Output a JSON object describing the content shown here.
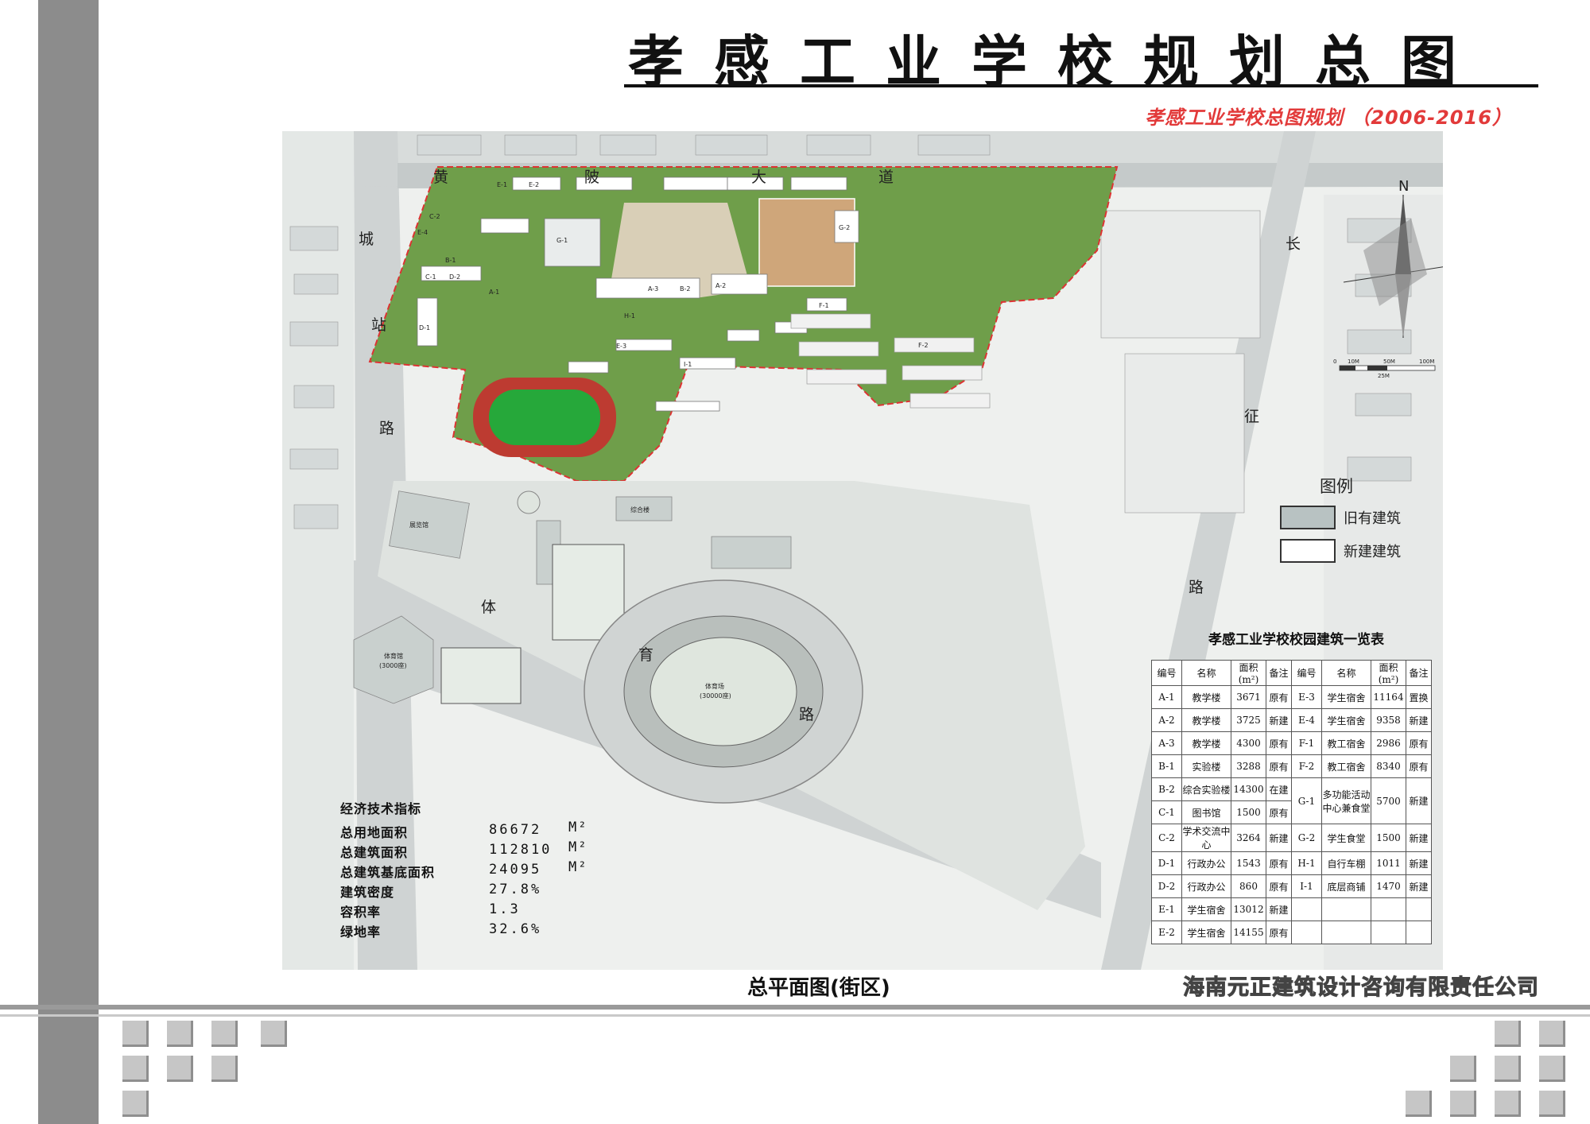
{
  "title": "孝感工业学校规划总图",
  "subtitle": "孝感工业学校总图规划 （2006-2016）",
  "roads": {
    "north": [
      "黄",
      "陂",
      "大",
      "道"
    ],
    "west": [
      "城",
      "站",
      "路"
    ],
    "east": [
      "长",
      "征",
      "路"
    ],
    "south": [
      "体",
      "育",
      "路"
    ]
  },
  "north_arrow": "N",
  "scale_bar": [
    "0",
    "10M",
    "25M",
    "50M",
    "100M"
  ],
  "map_labels": {
    "stadium": "体育场",
    "stadium_capacity": "(30000座)",
    "gym": "体育馆",
    "gym_capacity": "(3000座)",
    "exhibition": "展览馆",
    "complex": "综合楼"
  },
  "buildings": [
    "A-1",
    "A-2",
    "A-3",
    "B-1",
    "B-2",
    "C-1",
    "C-2",
    "D-1",
    "D-2",
    "E-1",
    "E-2",
    "E-3",
    "E-4",
    "F-1",
    "F-2",
    "G-1",
    "G-2",
    "H-1",
    "I-1"
  ],
  "legend": {
    "title": "图例",
    "items": [
      {
        "label": "旧有建筑",
        "color": "#b8c2c2"
      },
      {
        "label": "新建建筑",
        "color": "#ffffff"
      }
    ]
  },
  "building_table": {
    "title": "孝感工业学校校园建筑一览表",
    "headers": [
      "编号",
      "名称",
      "面积(m²)",
      "备注",
      "编号",
      "名称",
      "面积(m²)",
      "备注"
    ],
    "left_rows": [
      [
        "A-1",
        "教学楼",
        "3671",
        "原有"
      ],
      [
        "A-2",
        "教学楼",
        "3725",
        "新建"
      ],
      [
        "A-3",
        "教学楼",
        "4300",
        "原有"
      ],
      [
        "B-1",
        "实验楼",
        "3288",
        "原有"
      ],
      [
        "B-2",
        "综合实验楼",
        "14300",
        "在建"
      ],
      [
        "C-1",
        "图书馆",
        "1500",
        "原有"
      ],
      [
        "C-2",
        "学术交流中心",
        "3264",
        "新建"
      ],
      [
        "D-1",
        "行政办公",
        "1543",
        "原有"
      ],
      [
        "D-2",
        "行政办公",
        "860",
        "原有"
      ],
      [
        "E-1",
        "学生宿舍",
        "13012",
        "新建"
      ],
      [
        "E-2",
        "学生宿舍",
        "14155",
        "原有"
      ]
    ],
    "right_rows": [
      [
        "E-3",
        "学生宿舍",
        "11164",
        "置换"
      ],
      [
        "E-4",
        "学生宿舍",
        "9358",
        "新建"
      ],
      [
        "F-1",
        "教工宿舍",
        "2986",
        "原有"
      ],
      [
        "F-2",
        "教工宿舍",
        "8340",
        "原有"
      ],
      [
        "G-1",
        "多功能活动中心兼食堂",
        "5700",
        "新建"
      ],
      [
        "G-2",
        "学生食堂",
        "1500",
        "新建"
      ],
      [
        "H-1",
        "自行车棚",
        "1011",
        "新建"
      ],
      [
        "I-1",
        "底层商铺",
        "1470",
        "新建"
      ]
    ]
  },
  "indicators": {
    "title": "经济技术指标",
    "items": [
      {
        "label": "总用地面积",
        "value": "86672",
        "unit": "M²"
      },
      {
        "label": "总建筑面积",
        "value": "112810",
        "unit": "M²"
      },
      {
        "label": "总建筑基底面积",
        "value": "24095",
        "unit": "M²"
      },
      {
        "label": "建筑密度",
        "value": "27.8%",
        "unit": ""
      },
      {
        "label": "容积率",
        "value": "1.3",
        "unit": ""
      },
      {
        "label": "绿地率",
        "value": "32.6%",
        "unit": ""
      }
    ]
  },
  "plan_caption": "总平面图(街区)",
  "company": "海南元正建筑设计咨询有限责任公司"
}
